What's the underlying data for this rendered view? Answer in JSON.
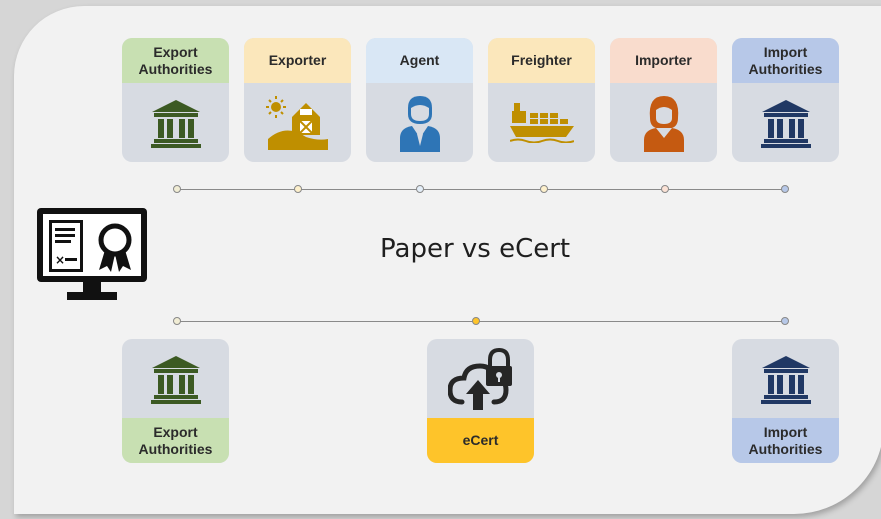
{
  "title": "Paper vs eCert",
  "top_cards": [
    {
      "label": "Export\nAuthorities",
      "color": "#c8e0b2",
      "icon": "bank-icon-green"
    },
    {
      "label": "Exporter",
      "color": "#fbe7bb",
      "icon": "farm-barn-icon"
    },
    {
      "label": "Agent",
      "color": "#d9e7f5",
      "icon": "agent-person-icon"
    },
    {
      "label": "Freighter",
      "color": "#fbe7bb",
      "icon": "cargo-ship-icon"
    },
    {
      "label": "Importer",
      "color": "#f9dccd",
      "icon": "importer-woman-icon"
    },
    {
      "label": "Import\nAuthorities",
      "color": "#b7c8e8",
      "icon": "bank-icon-navy"
    }
  ],
  "bottom_cards": [
    {
      "label": "Export\nAuthorities",
      "color": "#c8e0b2",
      "icon": "bank-icon-green"
    },
    {
      "label": "eCert",
      "color": "#fec42a",
      "icon": "cloud-upload-lock-icon"
    },
    {
      "label": "Import\nAuthorities",
      "color": "#b7c8e8",
      "icon": "bank-icon-navy"
    }
  ],
  "colors": {
    "export_green": "#3c5a23",
    "exporter_gold": "#bf8f00",
    "agent_blue": "#2e75b6",
    "freighter_gold": "#bf8f00",
    "importer_brown": "#c55a11",
    "import_navy": "#203864",
    "ecert_dark": "#262626"
  }
}
